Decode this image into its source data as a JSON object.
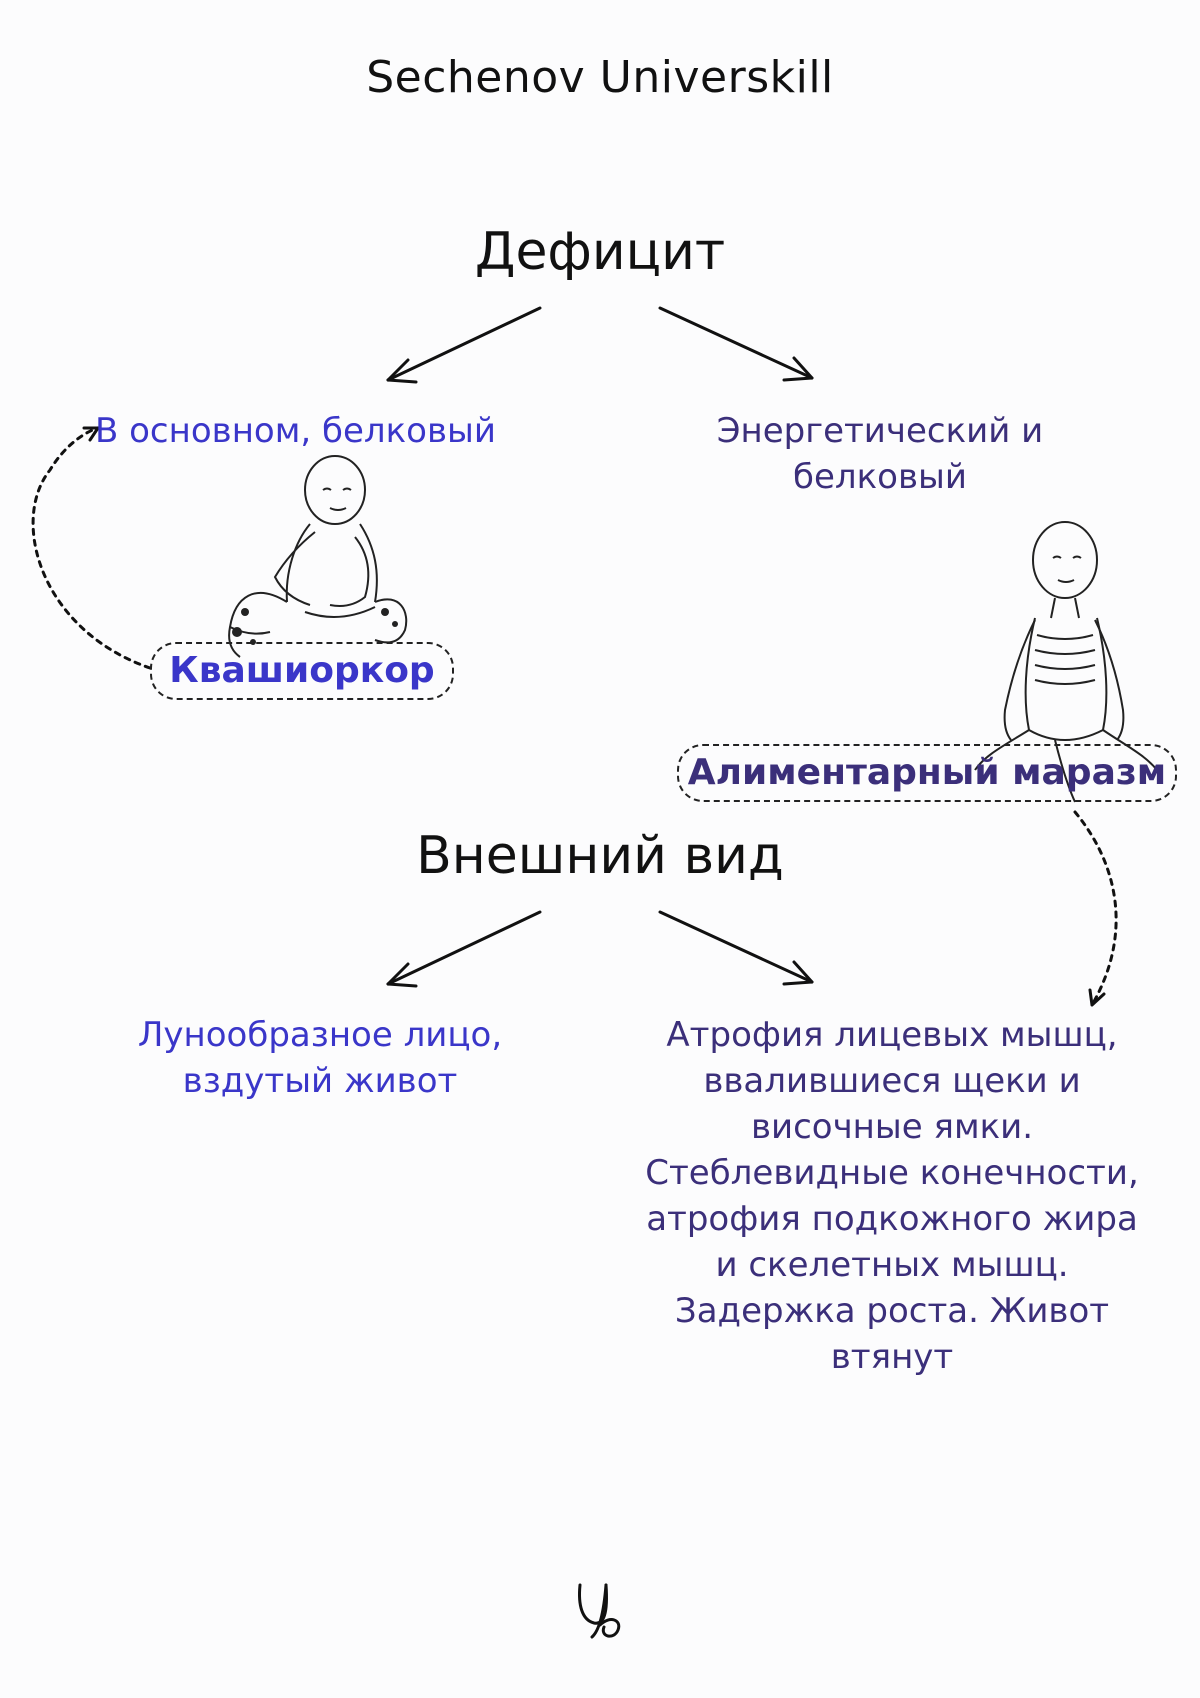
{
  "header": {
    "brand": "Sechenov Universkill"
  },
  "section1": {
    "title": "Дефицит",
    "left_label": "В основном, белковый",
    "right_label": "Энергетический и белковый",
    "left_pill": "Квашиоркор",
    "right_pill": "Алиментарный маразм"
  },
  "section2": {
    "title": "Внешний вид",
    "left_lines": [
      "Лунообразное лицо,",
      "вздутый живот"
    ],
    "right_lines": [
      "Атрофия лицевых мышц,",
      "ввалившиеся щеки и",
      "височные ямки.",
      "Стеблевидные конечности,",
      "атрофия подкожного жира",
      "и скелетных мышц.",
      "Задержка роста. Живот",
      "втянут"
    ]
  },
  "colors": {
    "blue": "#3a36c9",
    "purple": "#3b2f7a",
    "ink": "#111111"
  },
  "icons": {
    "logo": "universkill-logo-icon"
  }
}
